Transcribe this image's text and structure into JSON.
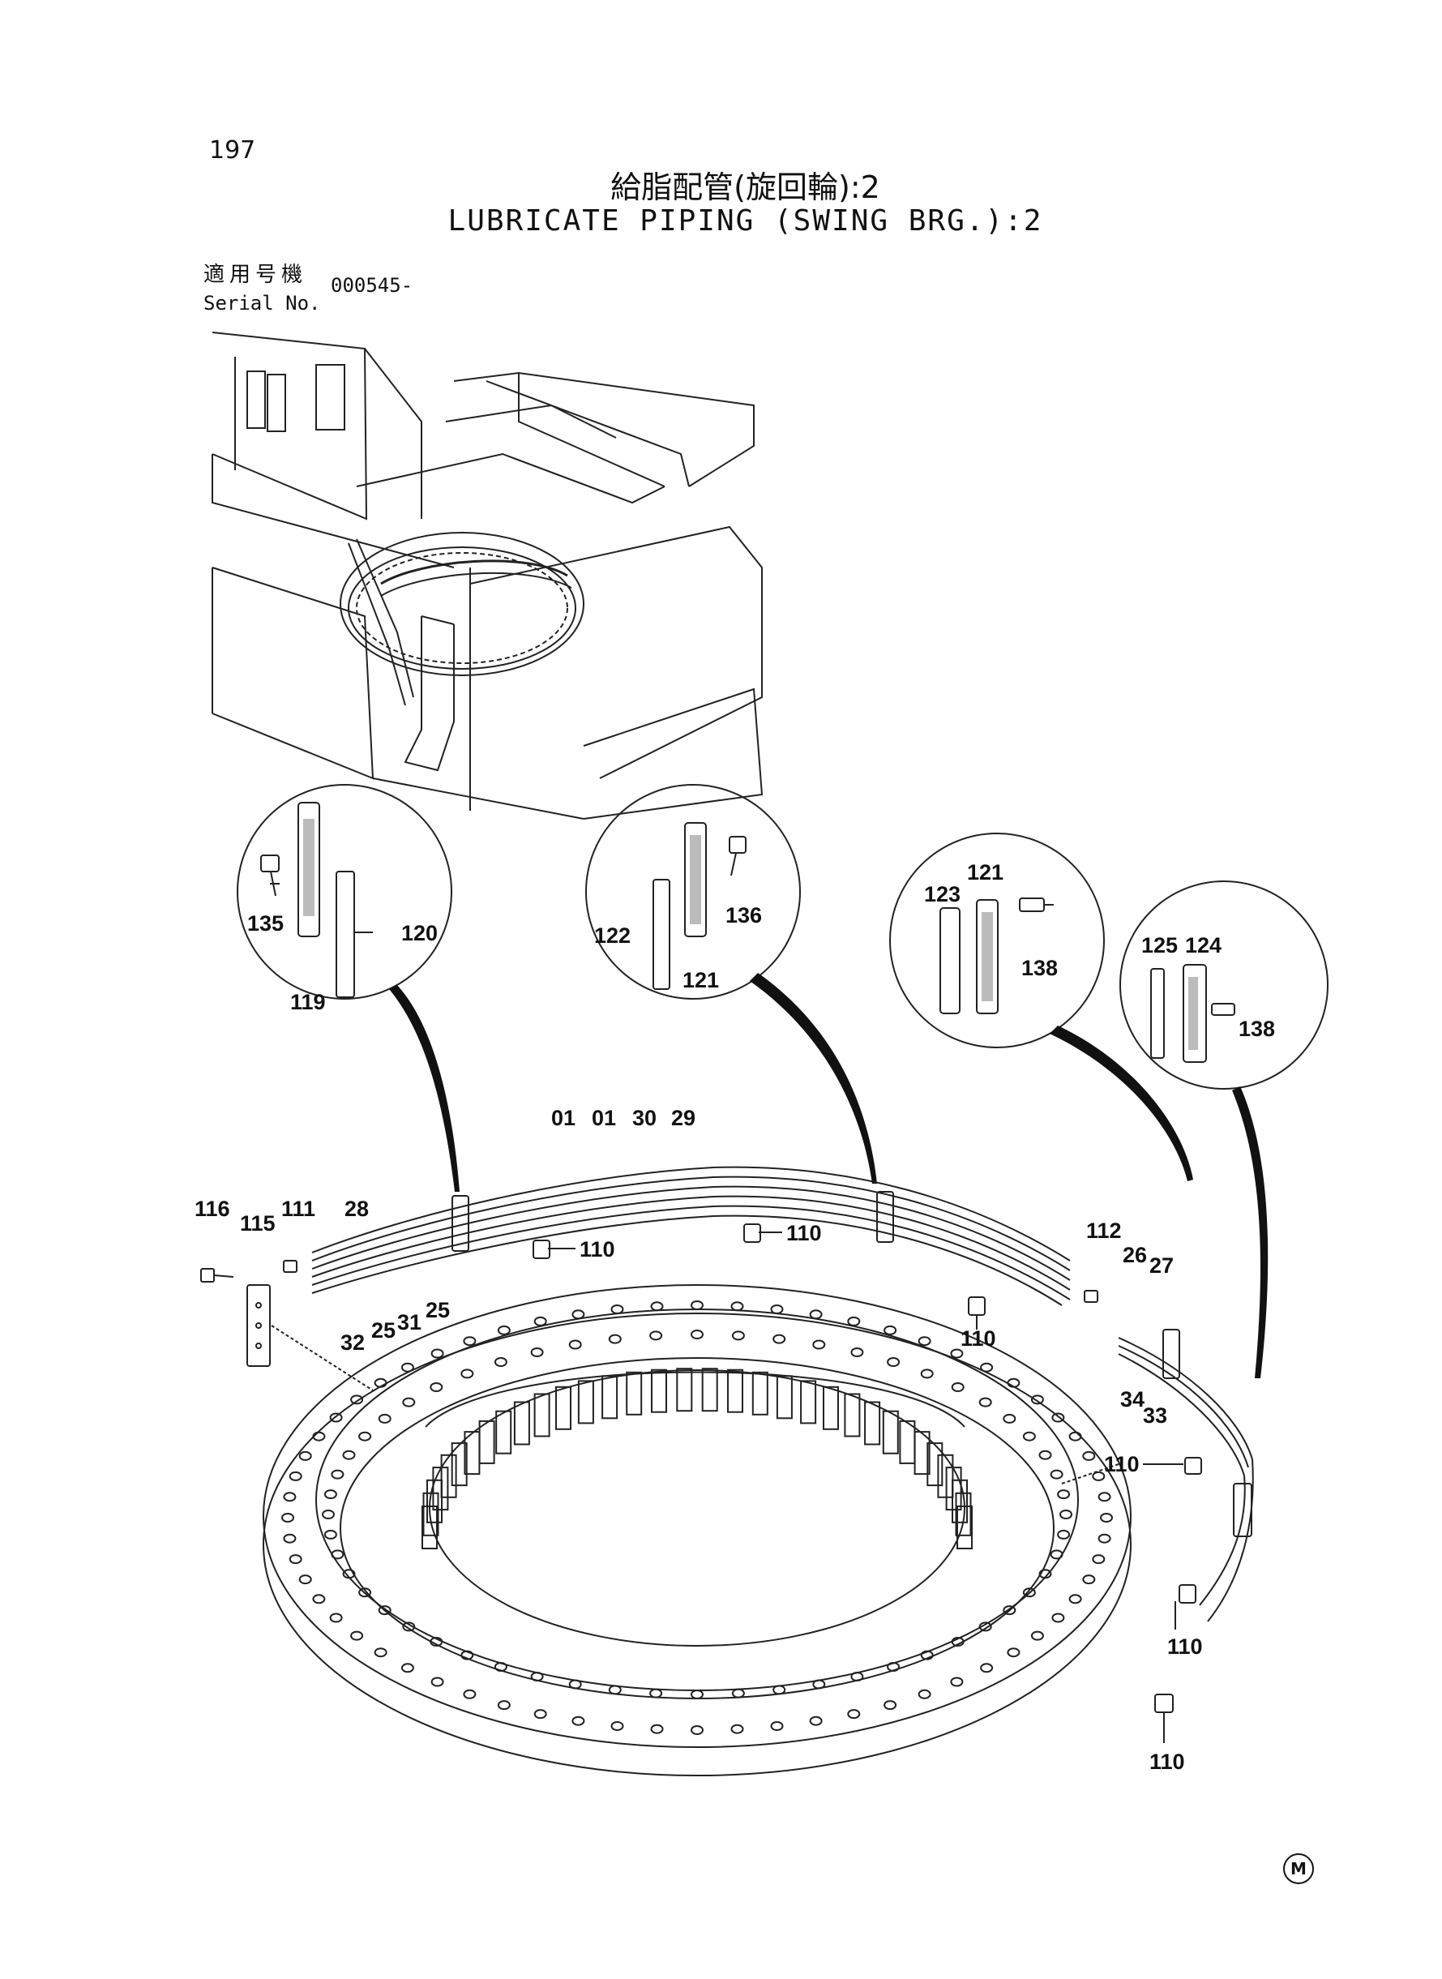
{
  "page_number": "197",
  "title_jp": "給脂配管(旋回輪):2",
  "title_en": "LUBRICATE PIPING (SWING BRG.):2",
  "serial": {
    "label_jp": "適用号機",
    "label_en": "Serial No.",
    "value": "000545-"
  },
  "callouts": {
    "c135": "135",
    "c119": "119",
    "c120": "120",
    "c122": "122",
    "c121a": "121",
    "c121b": "121",
    "c136": "136",
    "c123": "123",
    "c121c": "121",
    "c138a": "138",
    "c125": "125",
    "c124": "124",
    "c138b": "138",
    "c01a": "01",
    "c01b": "01",
    "c30": "30",
    "c29": "29",
    "c116": "116",
    "c115": "115",
    "c111": "111",
    "c28": "28",
    "c32": "32",
    "c25a": "25",
    "c31": "31",
    "c25b": "25",
    "c110a": "110",
    "c110b": "110",
    "c110c": "110",
    "c112": "112",
    "c26": "26",
    "c27": "27",
    "c34": "34",
    "c33": "33",
    "c110d": "110",
    "c110e": "110",
    "c110f": "110"
  },
  "footer_mark": "M"
}
